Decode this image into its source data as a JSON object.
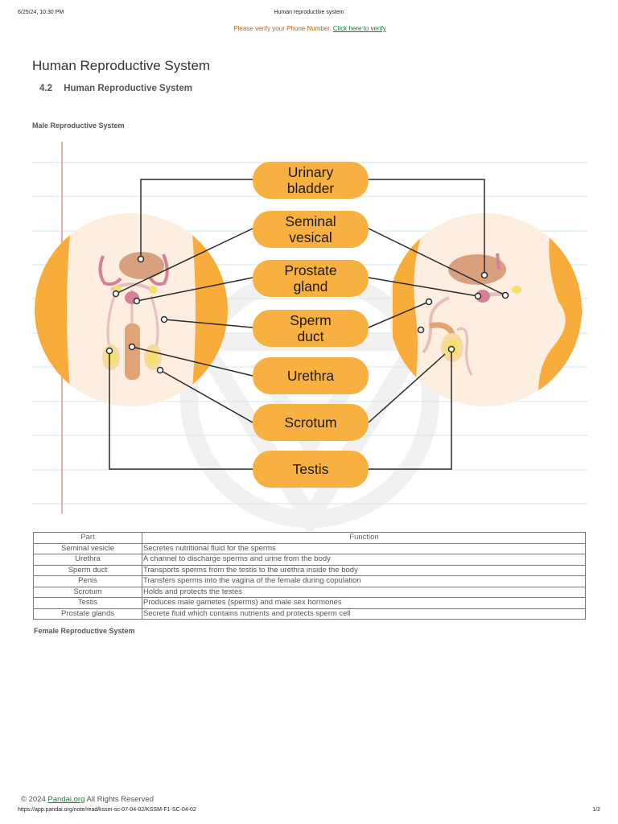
{
  "print_header": {
    "datetime": "6/25/24, 10:30 PM",
    "doc_title": "Human reproductive system"
  },
  "banner": {
    "text": "Please verify your Phone Number.",
    "link": "Click here to verify"
  },
  "page_title": "Human Reproductive System",
  "section": {
    "number": "4.2",
    "title": "Human Reproductive System"
  },
  "subheading": "Male Reproductive System",
  "diagram": {
    "labels": [
      [
        "Urinary",
        "bladder"
      ],
      [
        "Seminal",
        "vesical"
      ],
      [
        "Prostate",
        "gland"
      ],
      [
        "Sperm",
        "duct"
      ],
      [
        "Urethra"
      ],
      [
        "Scrotum"
      ],
      [
        "Testis"
      ]
    ],
    "colors": {
      "pill": "#f8b040",
      "circle_orange": "#f8ac3c",
      "circle_skin": "#fdeee0",
      "margin_line": "#f4a6a8",
      "ruled_line": "#cde8f6"
    }
  },
  "table": {
    "headers": [
      "Part",
      "Function"
    ],
    "rows": [
      [
        "Seminal vesicle",
        "Secretes nutritional fluid for the sperms"
      ],
      [
        "Urethra",
        "A channel to discharge sperms and urine from the body"
      ],
      [
        "Sperm duct",
        "Transports sperms from the testis to the urethra inside the body"
      ],
      [
        "Penis",
        "Transfers sperms into the vagina of the female during copulation"
      ],
      [
        "Scrotum",
        "Holds and protects the testes"
      ],
      [
        "Testis",
        "Produces male gametes (sperms) and male sex hormones"
      ],
      [
        "Prostate glands",
        "Secrete fluid which contains nutrients and protects sperm cell"
      ]
    ]
  },
  "female_heading": "Female Reproductive System",
  "footer": {
    "copyright_prefix": "© 2024",
    "copyright_link": "Pandai.org",
    "copyright_suffix": " All Rights Reserved",
    "url": "https://app.pandai.org/note/read/kssm-sc-07-04-02/KSSM-F1-SC-04-02",
    "page": "1/2"
  }
}
